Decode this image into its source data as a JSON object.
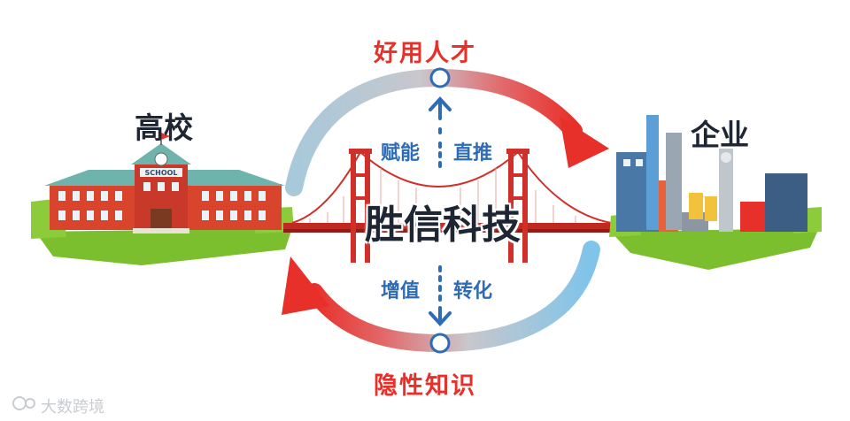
{
  "labels": {
    "top_node": "好用人才",
    "bottom_node": "隐性知识",
    "school": "高校",
    "company": "企业",
    "center": "胜信科技",
    "up_left": "赋能",
    "up_right": "直推",
    "down_left": "增值",
    "down_right": "转化",
    "school_sign": "SCHOOL",
    "watermark": "大数跨境"
  },
  "colors": {
    "red": "#e8302a",
    "blue": "#2e6cb5",
    "text_dark": "#1e2633",
    "bridge": "#d12f2a",
    "grass": "#7cbf2e",
    "building": "#d8442c",
    "roof": "#6fb3ad"
  },
  "icons": [
    "up-arrow-icon",
    "down-arrow-icon",
    "school-building-icon",
    "factory-icon",
    "bridge-icon",
    "watermark-logo-icon"
  ]
}
